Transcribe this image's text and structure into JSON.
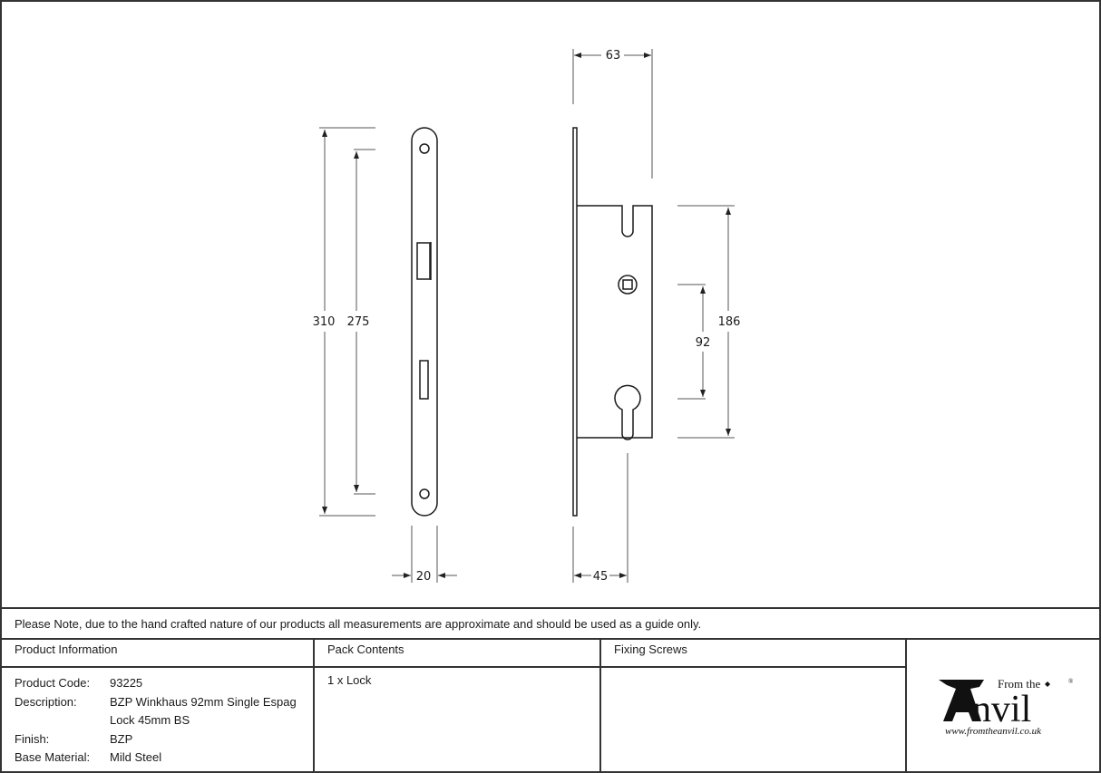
{
  "drawing": {
    "faceplate_view": {
      "dimensions": {
        "overall_height": "310",
        "fixing_centres": "275",
        "width": "20"
      }
    },
    "side_view": {
      "dimensions": {
        "depth": "63",
        "case_height": "186",
        "centres": "92",
        "backset": "45"
      }
    }
  },
  "note": "Please Note, due to the hand crafted nature of our products all measurements are approximate and should be used as a guide only.",
  "product_info": {
    "header": "Product Information",
    "rows": [
      {
        "key": "Product Code:",
        "value": "93225"
      },
      {
        "key": "Description:",
        "value": "BZP Winkhaus 92mm Single Espag"
      },
      {
        "key": "",
        "value": "Lock 45mm BS"
      },
      {
        "key": "Finish:",
        "value": "BZP"
      },
      {
        "key": "Base Material:",
        "value": "Mild Steel"
      }
    ]
  },
  "pack_contents": {
    "header": "Pack Contents",
    "items": [
      "1 x Lock"
    ]
  },
  "fixing_screws": {
    "header": "Fixing Screws",
    "items": []
  },
  "logo": {
    "top_text": "From the",
    "main_text": "nvil",
    "initial": "A",
    "registered": "®",
    "url": "www.fromtheanvil.co.uk"
  }
}
